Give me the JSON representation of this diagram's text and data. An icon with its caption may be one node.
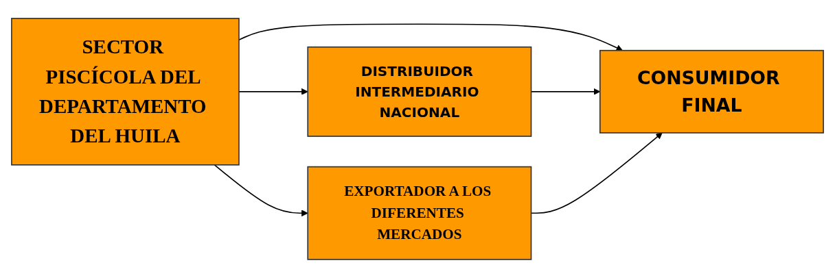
{
  "diagram": {
    "nodes": [
      {
        "text": [
          "SECTOR PISCÍCOLA DEL DEPARTAMENTO DEL HUILA"
        ]
      },
      {
        "text": [
          "DISTRIBUIDOR INTERMEDIARIO NACIONAL"
        ]
      },
      {
        "text": [
          "EXPORTADOR A LOS DIFERENTES MERCADOS"
        ]
      },
      {
        "text": [
          "CONSUMIDOR FINAL"
        ]
      }
    ],
    "edges": [
      {
        "from": 0,
        "to": 1,
        "arrow": "to"
      },
      {
        "from": 0,
        "to": 3,
        "arrow": "to"
      },
      {
        "from": 0,
        "to": 2,
        "arrow": "to"
      },
      {
        "from": 1,
        "to": 3,
        "arrow": "to"
      },
      {
        "from": 2,
        "to": 3,
        "arrow": "to"
      }
    ]
  }
}
